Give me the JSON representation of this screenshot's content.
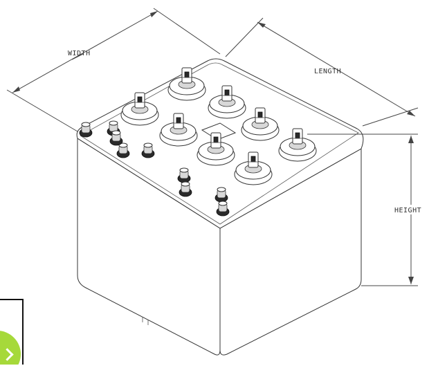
{
  "dimensions": {
    "width_label": "WIDTH",
    "length_label": "LENGTH",
    "height_label": "HEIGHT"
  },
  "colors": {
    "line": "#444444",
    "badge_green": "#a6d93a",
    "badge_border": "#111111"
  },
  "terminals": {
    "large_posts": 8,
    "small_vents": 9
  },
  "badge": {
    "icon": "arrow-badge-icon"
  }
}
